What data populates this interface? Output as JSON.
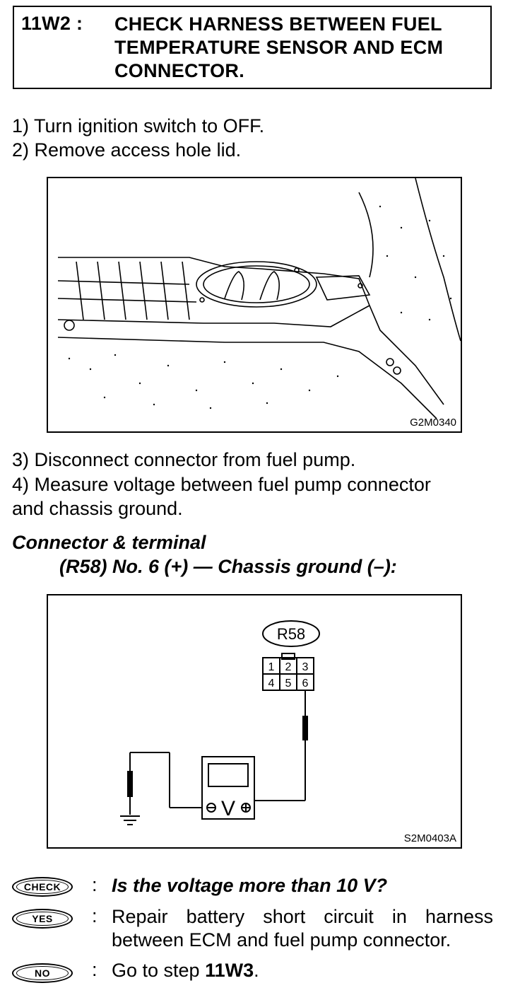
{
  "step": {
    "id": "11W2 :",
    "title_lines": [
      "CHECK HARNESS BETWEEN FUEL",
      "TEMPERATURE SENSOR AND ECM",
      "CONNECTOR."
    ]
  },
  "instructions_a": [
    "1)  Turn ignition switch to OFF.",
    "2)  Remove access hole lid."
  ],
  "figure1": {
    "code": "G2M0340"
  },
  "instructions_b": [
    "3)  Disconnect connector from fuel pump.",
    "4)  Measure voltage between fuel pump connector",
    "and chassis ground."
  ],
  "spec": {
    "heading": "Connector & terminal",
    "detail": "(R58) No. 6 (+) — Chassis ground (–):"
  },
  "figure2": {
    "code": "S2M0403A",
    "connector_label": "R58",
    "terminals_top": [
      "1",
      "2",
      "3"
    ],
    "terminals_bottom": [
      "4",
      "5",
      "6"
    ],
    "meter_symbol": "V"
  },
  "decision": {
    "check_icon": "CHECK",
    "question": "Is the voltage more than 10 V?",
    "yes_icon": "YES",
    "yes_lines": [
      "Repair battery short circuit in harness",
      "between ECM and fuel pump connector."
    ],
    "no_icon": "NO",
    "no_prefix": "Go to step ",
    "no_step": "11W3",
    "no_suffix": ".",
    "colon": ":"
  }
}
